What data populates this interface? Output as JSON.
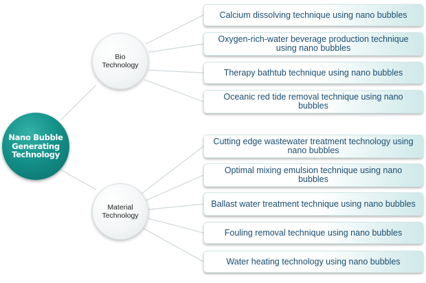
{
  "root": {
    "label": "Nano Bubble Generating Technology"
  },
  "branches": [
    {
      "label": "Bio Technology",
      "items": [
        "Calcium dissolving technique using nano bubbles",
        "Oxygen-rich-water beverage production technique using nano bubbles",
        "Therapy bathtub technique using nano bubbles",
        "Oceanic red tide removal technique using nano bubbles"
      ]
    },
    {
      "label": "Material Technology",
      "items": [
        "Cutting edge wastewater treatment technology using nano bubbles",
        "Optimal mixing emulsion technique using nano bubbles",
        "Ballast water treatment technique using nano bubbles",
        "Fouling removal technique using nano bubbles",
        "Water heating technology using nano bubbles"
      ]
    }
  ],
  "colors": {
    "root_fill": "#14918a",
    "leaf_text": "#1b4d70",
    "leaf_gradient_end": "#cfe9e9",
    "connector": "#d5dcdf"
  }
}
